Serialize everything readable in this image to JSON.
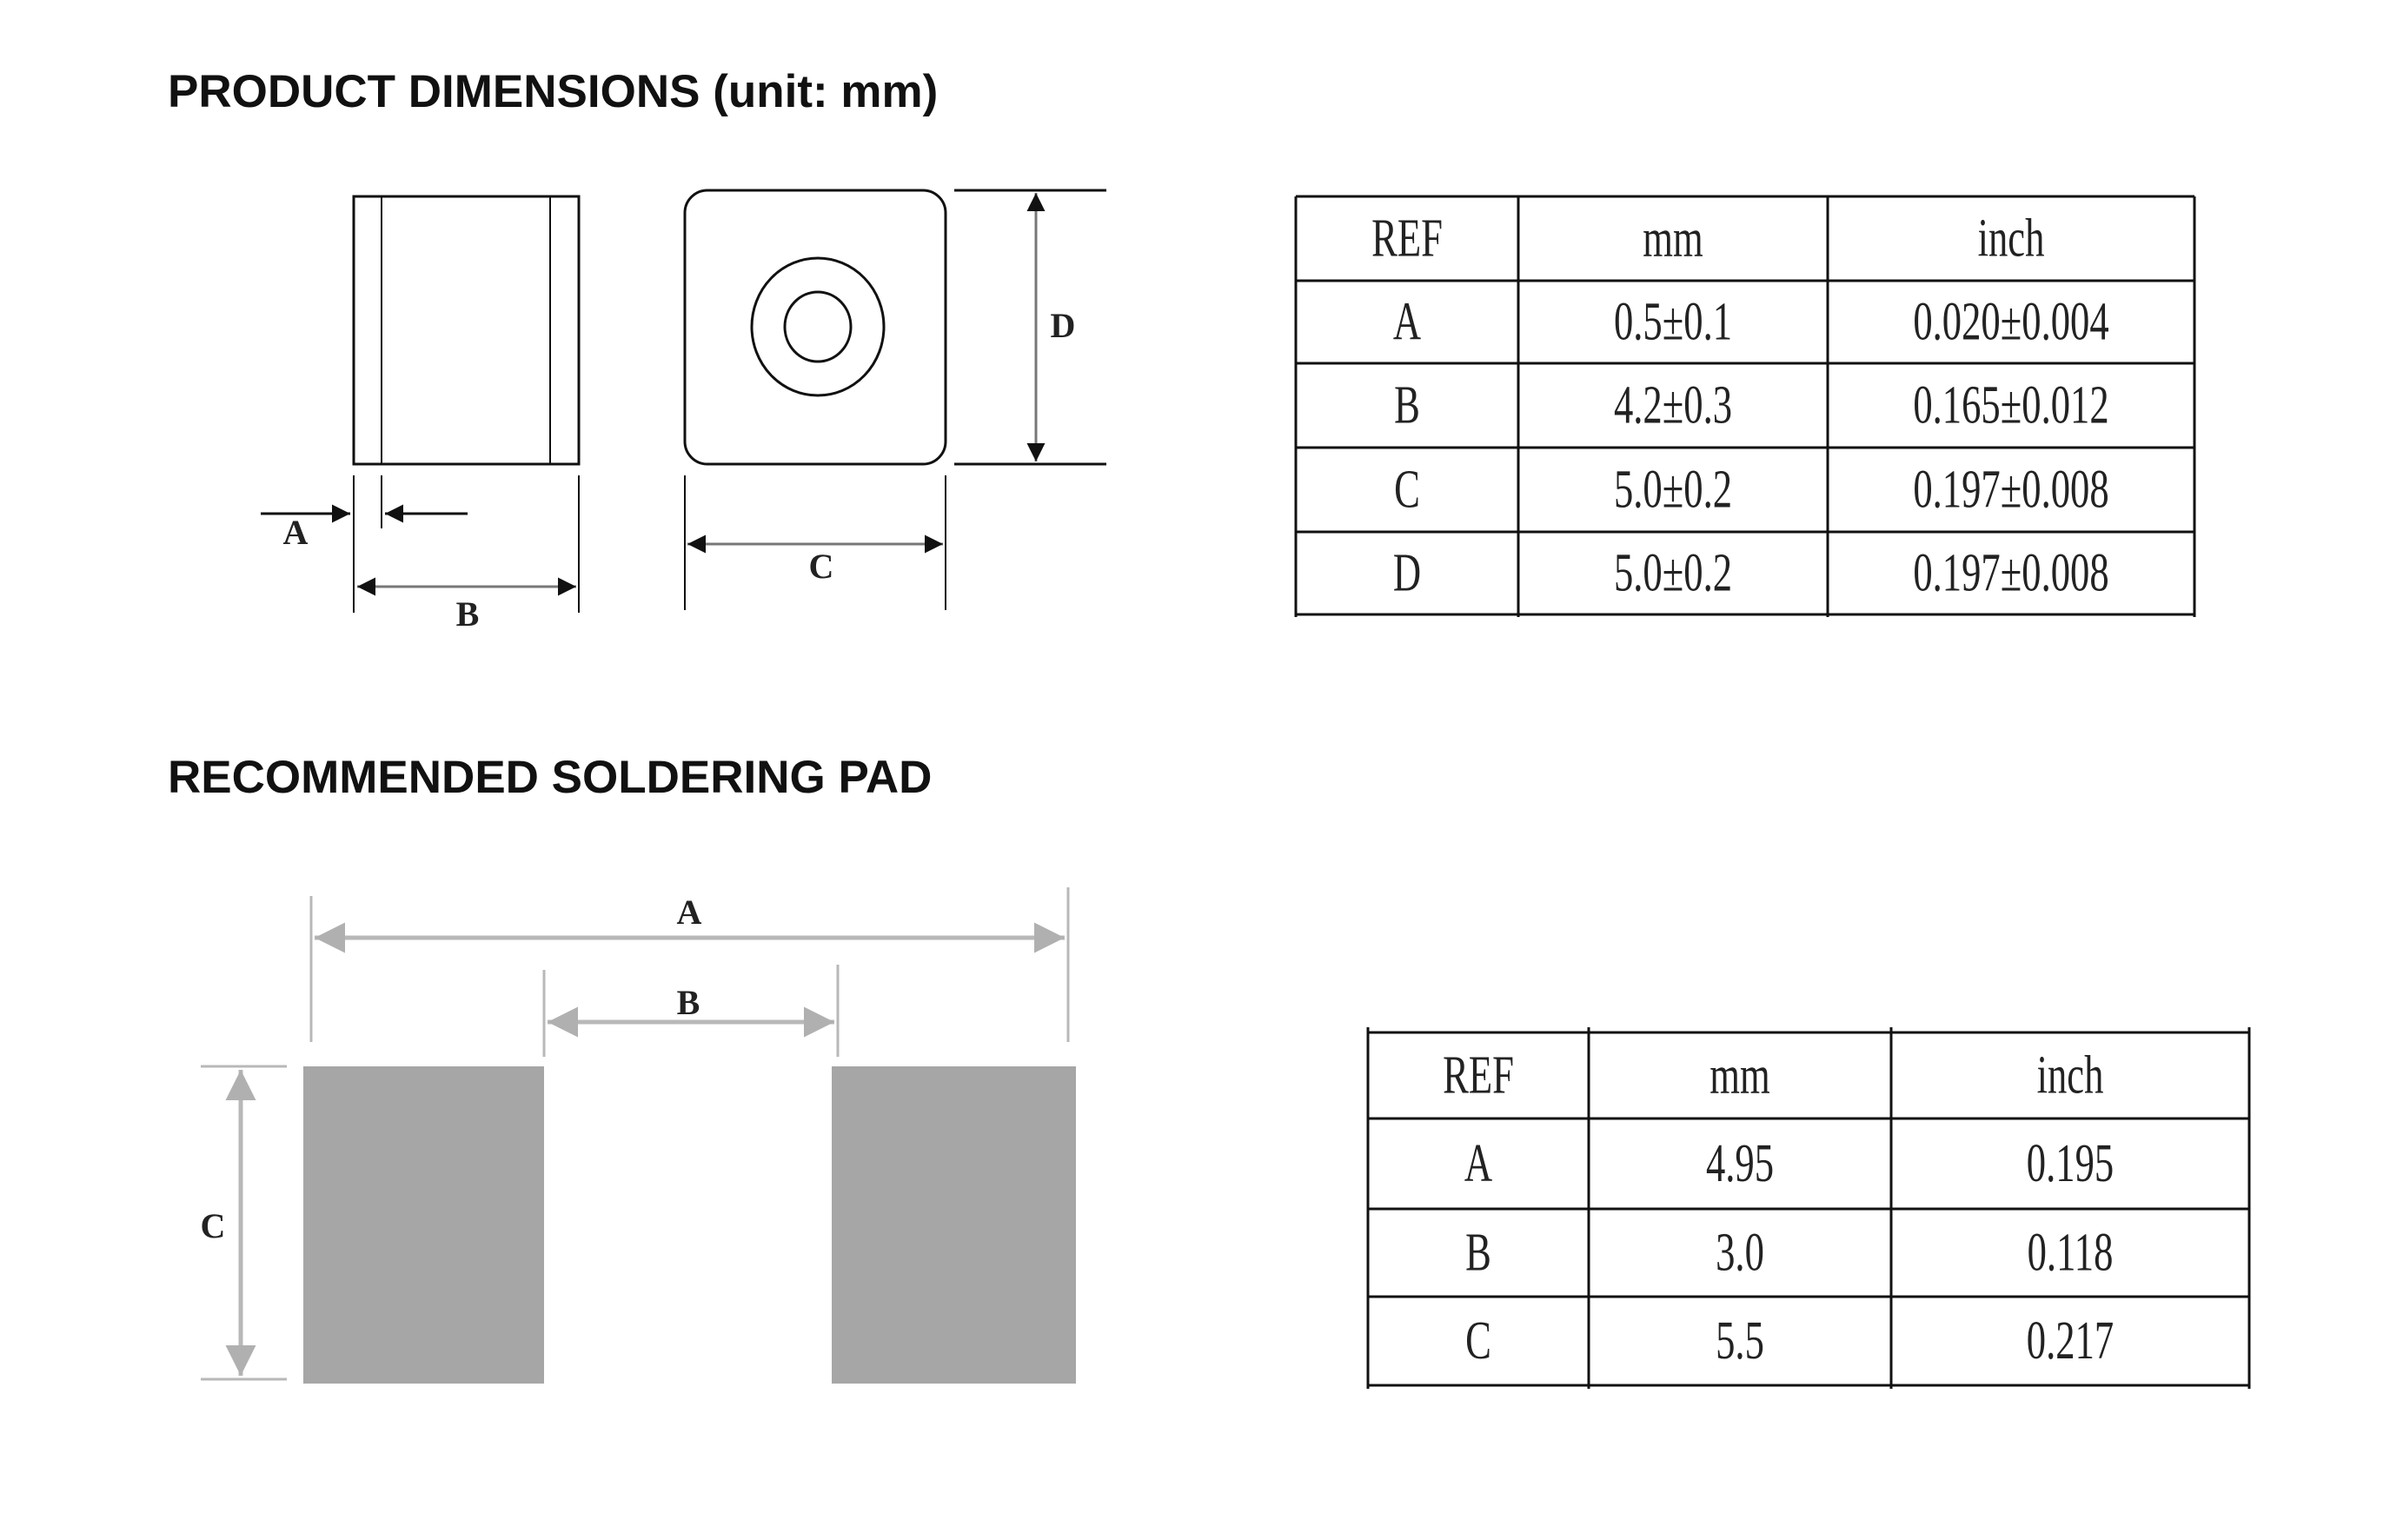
{
  "section1": {
    "title": "PRODUCT DIMENSIONS (unit: mm)",
    "labels": {
      "A": "A",
      "B": "B",
      "C": "C",
      "D": "D"
    },
    "table": {
      "headers": [
        "REF",
        "mm",
        "inch"
      ],
      "rows": [
        [
          "A",
          "0.5±0.1",
          "0.020±0.004"
        ],
        [
          "B",
          "4.2±0.3",
          "0.165±0.012"
        ],
        [
          "C",
          "5.0±0.2",
          "0.197±0.008"
        ],
        [
          "D",
          "5.0±0.2",
          "0.197±0.008"
        ]
      ]
    }
  },
  "section2": {
    "title": "RECOMMENDED SOLDERING PAD",
    "labels": {
      "A": "A",
      "B": "B",
      "C": "C"
    },
    "table": {
      "headers": [
        "REF",
        "mm",
        "inch"
      ],
      "rows": [
        [
          "A",
          "4.95",
          "0.195"
        ],
        [
          "B",
          "3.0",
          "0.118"
        ],
        [
          "C",
          "5.5",
          "0.217"
        ]
      ]
    }
  },
  "colors": {
    "pad": "#a6a6a6",
    "dim_line": "#b8b8b8"
  }
}
